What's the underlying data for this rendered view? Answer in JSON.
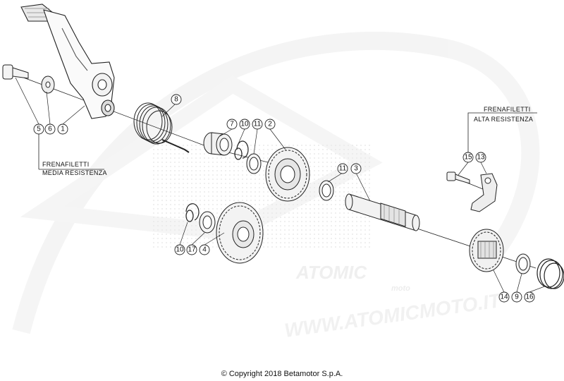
{
  "notes": {
    "left": {
      "line1": "FRENAFILETTI",
      "line2": "MEDIA RESISTENZA"
    },
    "right": {
      "line1": "FRENAFILETTI",
      "line2": "ALTA RESISTENZA"
    }
  },
  "callouts": {
    "c1": "1",
    "c2": "2",
    "c3": "3",
    "c4": "4",
    "c5": "5",
    "c6": "6",
    "c7": "7",
    "c8": "8",
    "c9": "9",
    "c10a": "10",
    "c10b": "10",
    "c11a": "11",
    "c11b": "11",
    "c13": "13",
    "c14": "14",
    "c15": "15",
    "c16": "16",
    "c17": "17"
  },
  "watermark": {
    "brand": "ATOMIC",
    "sub": "moto",
    "url": "WWW.ATOMICMOTO.IT"
  },
  "copyright": "© Copyright 2018 Betamotor S.p.A."
}
